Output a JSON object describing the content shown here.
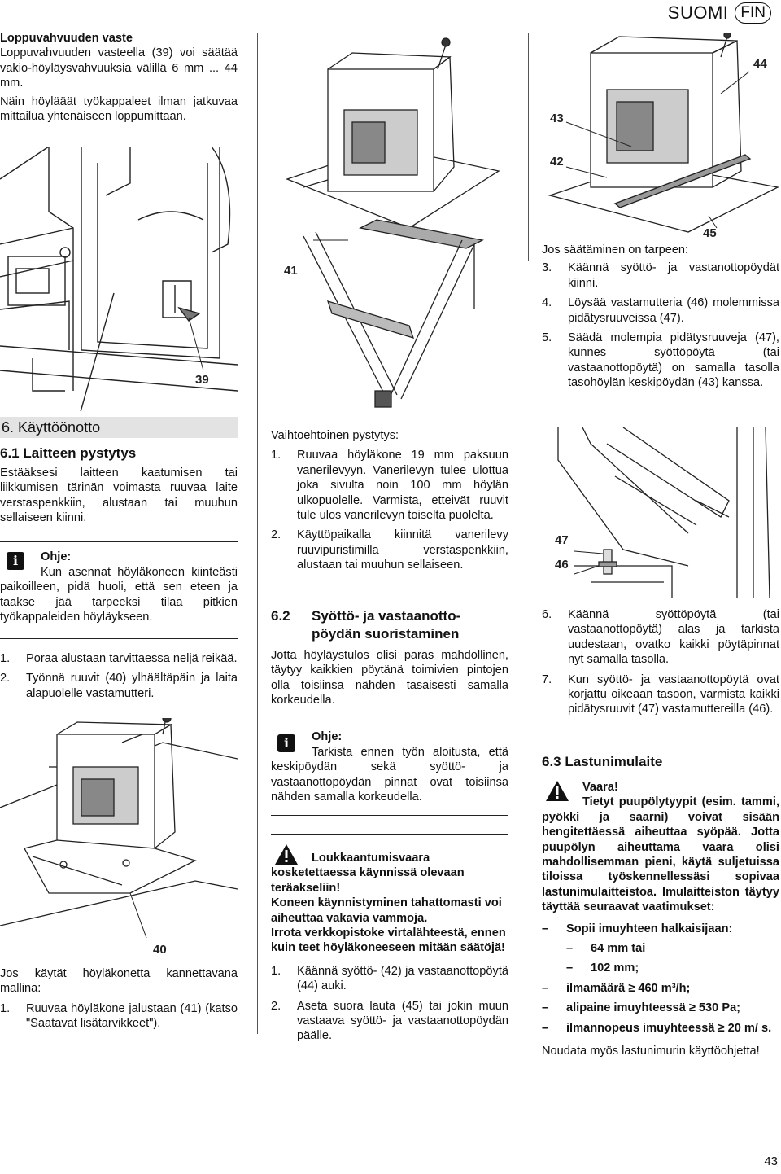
{
  "header": {
    "language": "SUOMI",
    "badge": "FIN"
  },
  "page_number": "43",
  "col1": {
    "stop_heading": "Loppuvahvuuden vaste",
    "stop_para1": "Loppuvahvuuden vasteella (39) voi säätää vakio-höyläysvahvuuksia välillä 6 mm ... 44 mm.",
    "stop_para2": "Näin höylääät työkappaleet ilman jatkuvaa mittailua yhtenäiseen loppumittaan.",
    "fig39_label": "39",
    "section6": "6.   Käyttöönotto",
    "section61": "6.1   Laitteen pystytys",
    "intro": "Estääksesi laitteen kaatumisen tai liikkumisen tärinän voimasta ruuvaa laite verstaspenkkiin, alustaan tai muuhun sellaiseen kiinni.",
    "note_title": "Ohje:",
    "note_text": "Kun asennat höyläkoneen kiinteästi paikoilleen, pidä huoli, että sen eteen ja taakse jää tarpeeksi tilaa pitkien työkappaleiden höyläykseen.",
    "steps": [
      {
        "n": "1.",
        "t": "Poraa alustaan tarvittaessa neljä reikää."
      },
      {
        "n": "2.",
        "t": "Työnnä ruuvit (40) ylhäältäpäin ja laita alapuolelle vastamutteri."
      }
    ],
    "fig40_label": "40",
    "portable_text": "Jos käytät höyläkonetta kannettavana mallina:",
    "portable_step_n": "1.",
    "portable_step": "Ruuvaa höyläkone jalustaan (41) (katso \"Saatavat lisätarvikkeet\")."
  },
  "col2": {
    "fig41_label": "41",
    "alt_heading": "Vaihtoehtoinen pystytys:",
    "alt_steps": [
      {
        "n": "1.",
        "t": "Ruuvaa höyläkone 19 mm paksuun vanerilevyyn. Vanerilevyn tulee ulottua joka sivulta noin 100 mm höylän ulkopuolelle. Varmista, etteivät ruuvit tule ulos vanerilevyn toiselta puolelta."
      },
      {
        "n": "2.",
        "t": "Käyttöpaikalla kiinnitä vanerilevy ruuvipuristimilla verstaspenkkiin, alustaan tai muuhun sellaiseen."
      }
    ],
    "section62_num": "6.2",
    "section62_title_1": "Syöttö- ja vastaanotto-",
    "section62_title_2": "pöydän suoristaminen",
    "para62": "Jotta höyläystulos olisi paras mahdollinen, täytyy kaikkien pöytänä toimivien pintojen olla toisiinsa nähden tasaisesti samalla korkeudella.",
    "note_title": "Ohje:",
    "note_text": "Tarkista ennen työn aloitusta, että keskipöydän sekä syöttö- ja vastaanottopöydän pinnat ovat toisiinsa nähden samalla korkeudella.",
    "warn_title": "Loukkaantumisvaara kosketettaessa käynnissä olevaan teräakseliin!",
    "warn_text1": "Koneen käynnistyminen tahattomasti voi aiheuttaa vakavia vammoja.",
    "warn_text2": "Irrota verkkopistoke virtalähteestä, ennen kuin teet höyläkoneeseen mitään säätöjä!",
    "steps": [
      {
        "n": "1.",
        "t": "Käännä syöttö- (42) ja vastaanottopöytä (44) auki."
      },
      {
        "n": "2.",
        "t": "Aseta suora lauta (45) tai jokin muun vastaava syöttö- ja vastaanottopöydän päälle."
      }
    ]
  },
  "col3": {
    "fig_labels": {
      "l42": "42",
      "l43": "43",
      "l44": "44",
      "l45": "45"
    },
    "adjust_heading": "Jos säätäminen on tarpeen:",
    "steps_a": [
      {
        "n": "3.",
        "t": "Käännä syöttö- ja vastanottopöydät kiinni."
      },
      {
        "n": "4.",
        "t": "Löysää vastamutteria (46) molemmissa pidätysruuveissa (47)."
      },
      {
        "n": "5.",
        "t": "Säädä molempia pidätysruuveja (47), kunnes syöttöpöytä (tai vastaanottopöytä) on samalla tasolla tasohöylän keskipöydän (43) kanssa."
      }
    ],
    "fig_labels2": {
      "l46": "46",
      "l47": "47"
    },
    "steps_b": [
      {
        "n": "6.",
        "t": "Käännä syöttöpöytä (tai vastaanottopöytä) alas ja tarkista uudestaan, ovatko kaikki pöytäpinnat nyt samalla tasolla."
      },
      {
        "n": "7.",
        "t": "Kun syöttö- ja vastaanottopöytä ovat korjattu oikeaan tasoon, varmista kaikki pidätysruuvit (47) vastamuttereilla (46)."
      }
    ],
    "section63": "6.3   Lastunimulaite",
    "warn_title": "Vaara!",
    "warn_text": "Tietyt puupölytyypit (esim. tammi, pyökki ja saarni) voivat sisään hengitettäessä aiheuttaa syöpää. Jotta puupölyn aiheuttama vaara olisi mahdollisemman pieni, käytä suljetuissa tiloissa työskennellessäsi sopivaa lastunimulaitteistoa. Imulaitteiston täytyy täyttää seuraavat vaatimukset:",
    "req": [
      {
        "d": "–",
        "t": "Sopii imuyhteen halkaisijaan:"
      },
      {
        "d": "–",
        "t": "64 mm tai",
        "sub": true
      },
      {
        "d": "–",
        "t": "102 mm;",
        "sub": true
      },
      {
        "d": "–",
        "t": "ilmamäärä ≥ 460 m³/h;"
      },
      {
        "d": "–",
        "t": "alipaine imuyhteessä ≥ 530 Pa;"
      },
      {
        "d": "–",
        "t": "ilmannopeus imuyhteessä ≥ 20 m/ s."
      }
    ],
    "final": "Noudata myös lastunimurin käyttöohjetta!"
  }
}
